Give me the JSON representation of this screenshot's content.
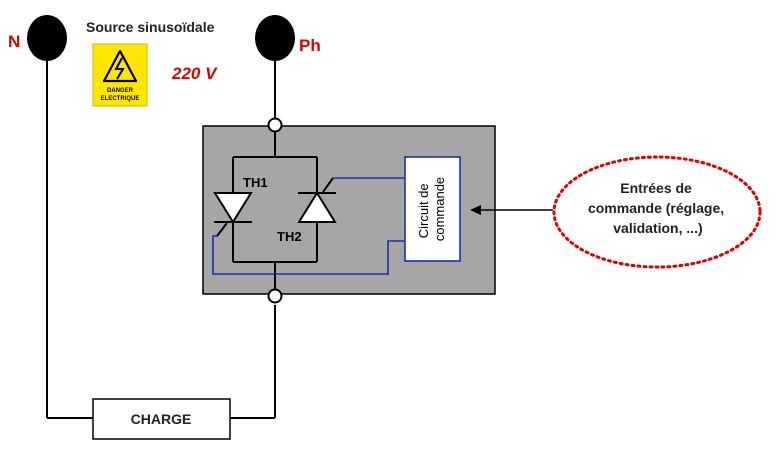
{
  "labels": {
    "neutral": "N",
    "phase": "Ph",
    "source_title": "Source sinusoïdale",
    "voltage": "220 V",
    "danger_line1": "DANGER",
    "danger_line2": "ELECTRIQUE",
    "th1": "TH1",
    "th2": "TH2",
    "control_line1": "Circuit de",
    "control_line2": "commande",
    "inputs_line1": "Entrées de",
    "inputs_line2": "commande (réglage,",
    "inputs_line3": "validation, ...)",
    "load": "CHARGE"
  },
  "colors": {
    "accent_red": "#e00000",
    "module_fill": "#a6a6a6",
    "control_wire": "#1a2fb0",
    "danger_yellow": "#ffe600"
  },
  "icons": {
    "danger": "high-voltage-warning-icon"
  }
}
